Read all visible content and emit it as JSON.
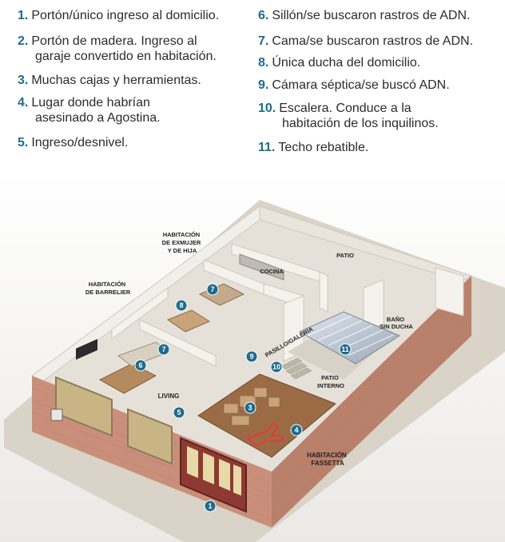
{
  "legend": {
    "items": [
      {
        "num": "1.",
        "text": "Portón/único ingreso al domicilio.",
        "cont": ""
      },
      {
        "num": "2.",
        "text": "Portón de madera. Ingreso al",
        "cont": "garaje convertido en habitación."
      },
      {
        "num": "3.",
        "text": "Muchas cajas y herramientas.",
        "cont": ""
      },
      {
        "num": "4.",
        "text": "Lugar donde habrían",
        "cont": "asesinado a Agostina."
      },
      {
        "num": "5.",
        "text": "Ingreso/desnivel.",
        "cont": ""
      },
      {
        "num": "6.",
        "text": "Sillón/se buscaron rastros de ADN.",
        "cont": ""
      },
      {
        "num": "7.",
        "text": "Cama/se buscaron rastros de ADN.",
        "cont": ""
      },
      {
        "num": "8.",
        "text": "Única ducha del domicilio.",
        "cont": ""
      },
      {
        "num": "9.",
        "text": "Cámara séptica/se buscó ADN.",
        "cont": ""
      },
      {
        "num": "10.",
        "text": "Escalera. Conduce a la",
        "cont": "habitación de los inquilinos."
      },
      {
        "num": "11.",
        "text": "Techo rebatible.",
        "cont": ""
      }
    ]
  },
  "labels": {
    "habitacion_exmujer": [
      "HABITACIÓN",
      "DE EXMUJER",
      "Y DE HIJA"
    ],
    "habitacion_barrelier": [
      "HABITACIÓN",
      "DE BARRELIER"
    ],
    "cocina": "COCINA",
    "patio": "PATIO",
    "bano": [
      "BAÑO",
      "SIN DUCHA"
    ],
    "pasillo": "PASILLO/GALERÍA",
    "patio_interno": [
      "PATIO",
      "INTERNO"
    ],
    "living": "LIVING",
    "habitacion_fassetta": [
      "HABITACIÓN",
      "FASSETTA"
    ]
  },
  "badges": [
    "1",
    "3",
    "4",
    "5",
    "6",
    "7",
    "7",
    "8",
    "9",
    "10",
    "11"
  ],
  "colors": {
    "badge": "#1f6b8a",
    "brick": "#c98f7a",
    "floor": "#e6e1d8",
    "wall": "#f2efea"
  }
}
